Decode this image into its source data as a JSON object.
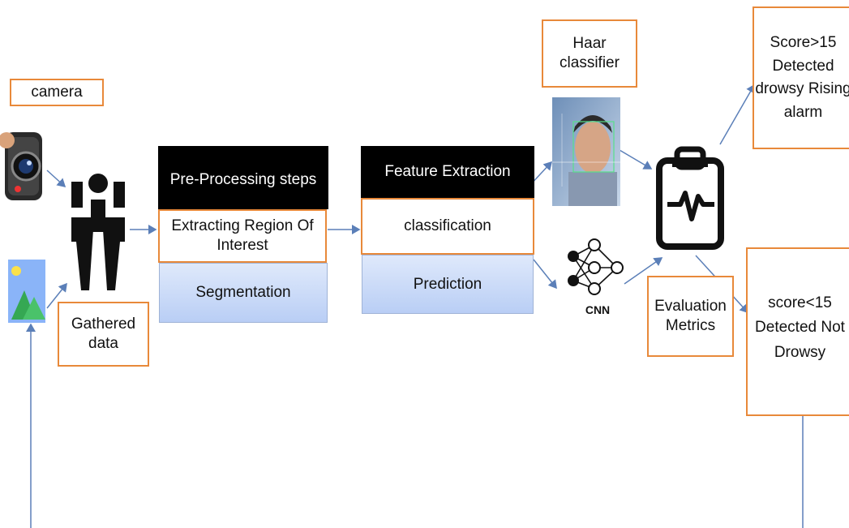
{
  "labels": {
    "camera": "camera",
    "gathered": "Gathered\ndata",
    "preprocessing": "Pre-Processing steps",
    "extracting": "Extracting Region Of\nInterest",
    "segmentation": "Segmentation",
    "feature": "Feature Extraction",
    "classification": "classification",
    "prediction": "Prediction",
    "haar": "Haar\nclassifier",
    "cnn": "CNN",
    "evaluation": "Evaluation\nMetrics",
    "score_high": "Score>15\nDetected\ndrowsy Rising\nalarm",
    "score_low": "score<15\nDetected Not\nDrowsy"
  },
  "icons": {
    "camera": "camera-icon",
    "image": "image-icon",
    "people": "people-icon",
    "face": "face-scan-icon",
    "network": "neural-network-icon",
    "clipboard": "clipboard-pulse-icon"
  },
  "colors": {
    "accent_orange": "#e8893a",
    "arrow_blue": "#5b7fb8",
    "box_blue": "#c9daf8",
    "header_black": "#000000"
  }
}
